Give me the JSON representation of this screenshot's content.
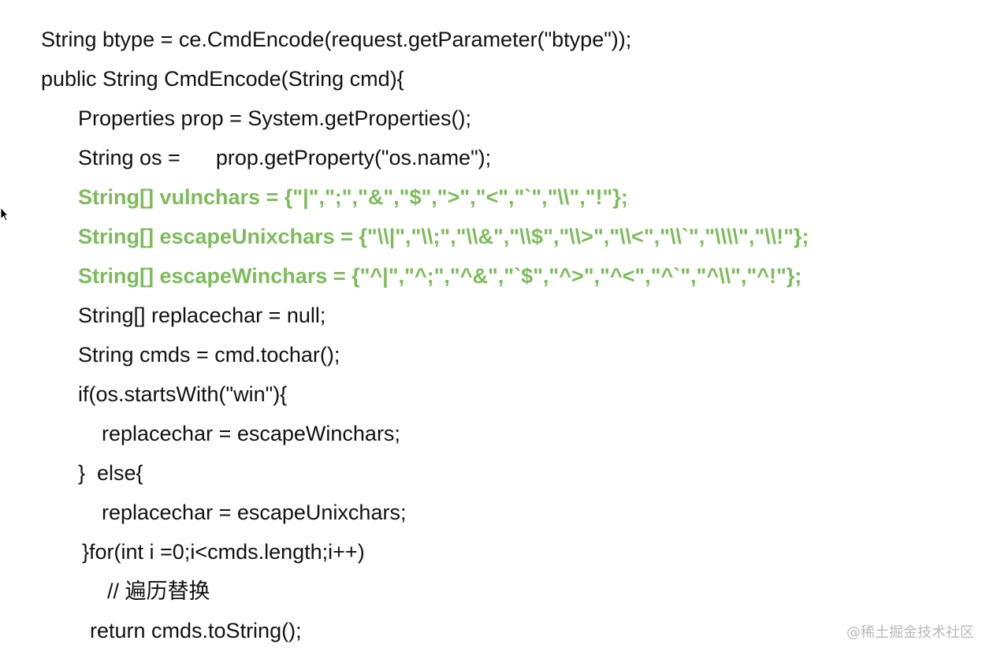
{
  "code": {
    "lines": [
      "String btype = ce.CmdEncode(request.getParameter(\"btype\"));",
      "public String CmdEncode(String cmd){",
      "Properties prop = System.getProperties();",
      "String os =      prop.getProperty(\"os.name\");",
      "String[] vulnchars = {\"|\",\";\",\"&\",\"$\",\">\",\"<\",\"`\",\"\\\\\",\"!\"};",
      "String[] escapeUnixchars = {\"\\\\|\",\"\\\\;\",\"\\\\&\",\"\\\\$\",\"\\\\>\",\"\\\\<\",\"\\\\`\",\"\\\\\\\\\",\"\\\\!\"};",
      "String[] escapeWinchars = {\"^|\",\"^;\",\"^&\",\"`$\",\"^>\",\"^<\",\"^`\",\"^\\\\\",\"^!\"};",
      "String[] replacechar = null;",
      "String cmds = cmd.tochar();",
      "if(os.startsWith(\"win\"){",
      "replacechar = escapeWinchars;",
      "}  else{",
      "replacechar = escapeUnixchars;",
      "}for(int i =0;i<cmds.length;i++)",
      "// 遍历替换",
      "return cmds.toString();"
    ],
    "highlight_color": "#7cbc5a",
    "text_color": "#111111"
  },
  "watermark": {
    "text": "@稀土掘金技术社区"
  },
  "icons": {
    "cursor": "mouse-pointer-icon"
  }
}
